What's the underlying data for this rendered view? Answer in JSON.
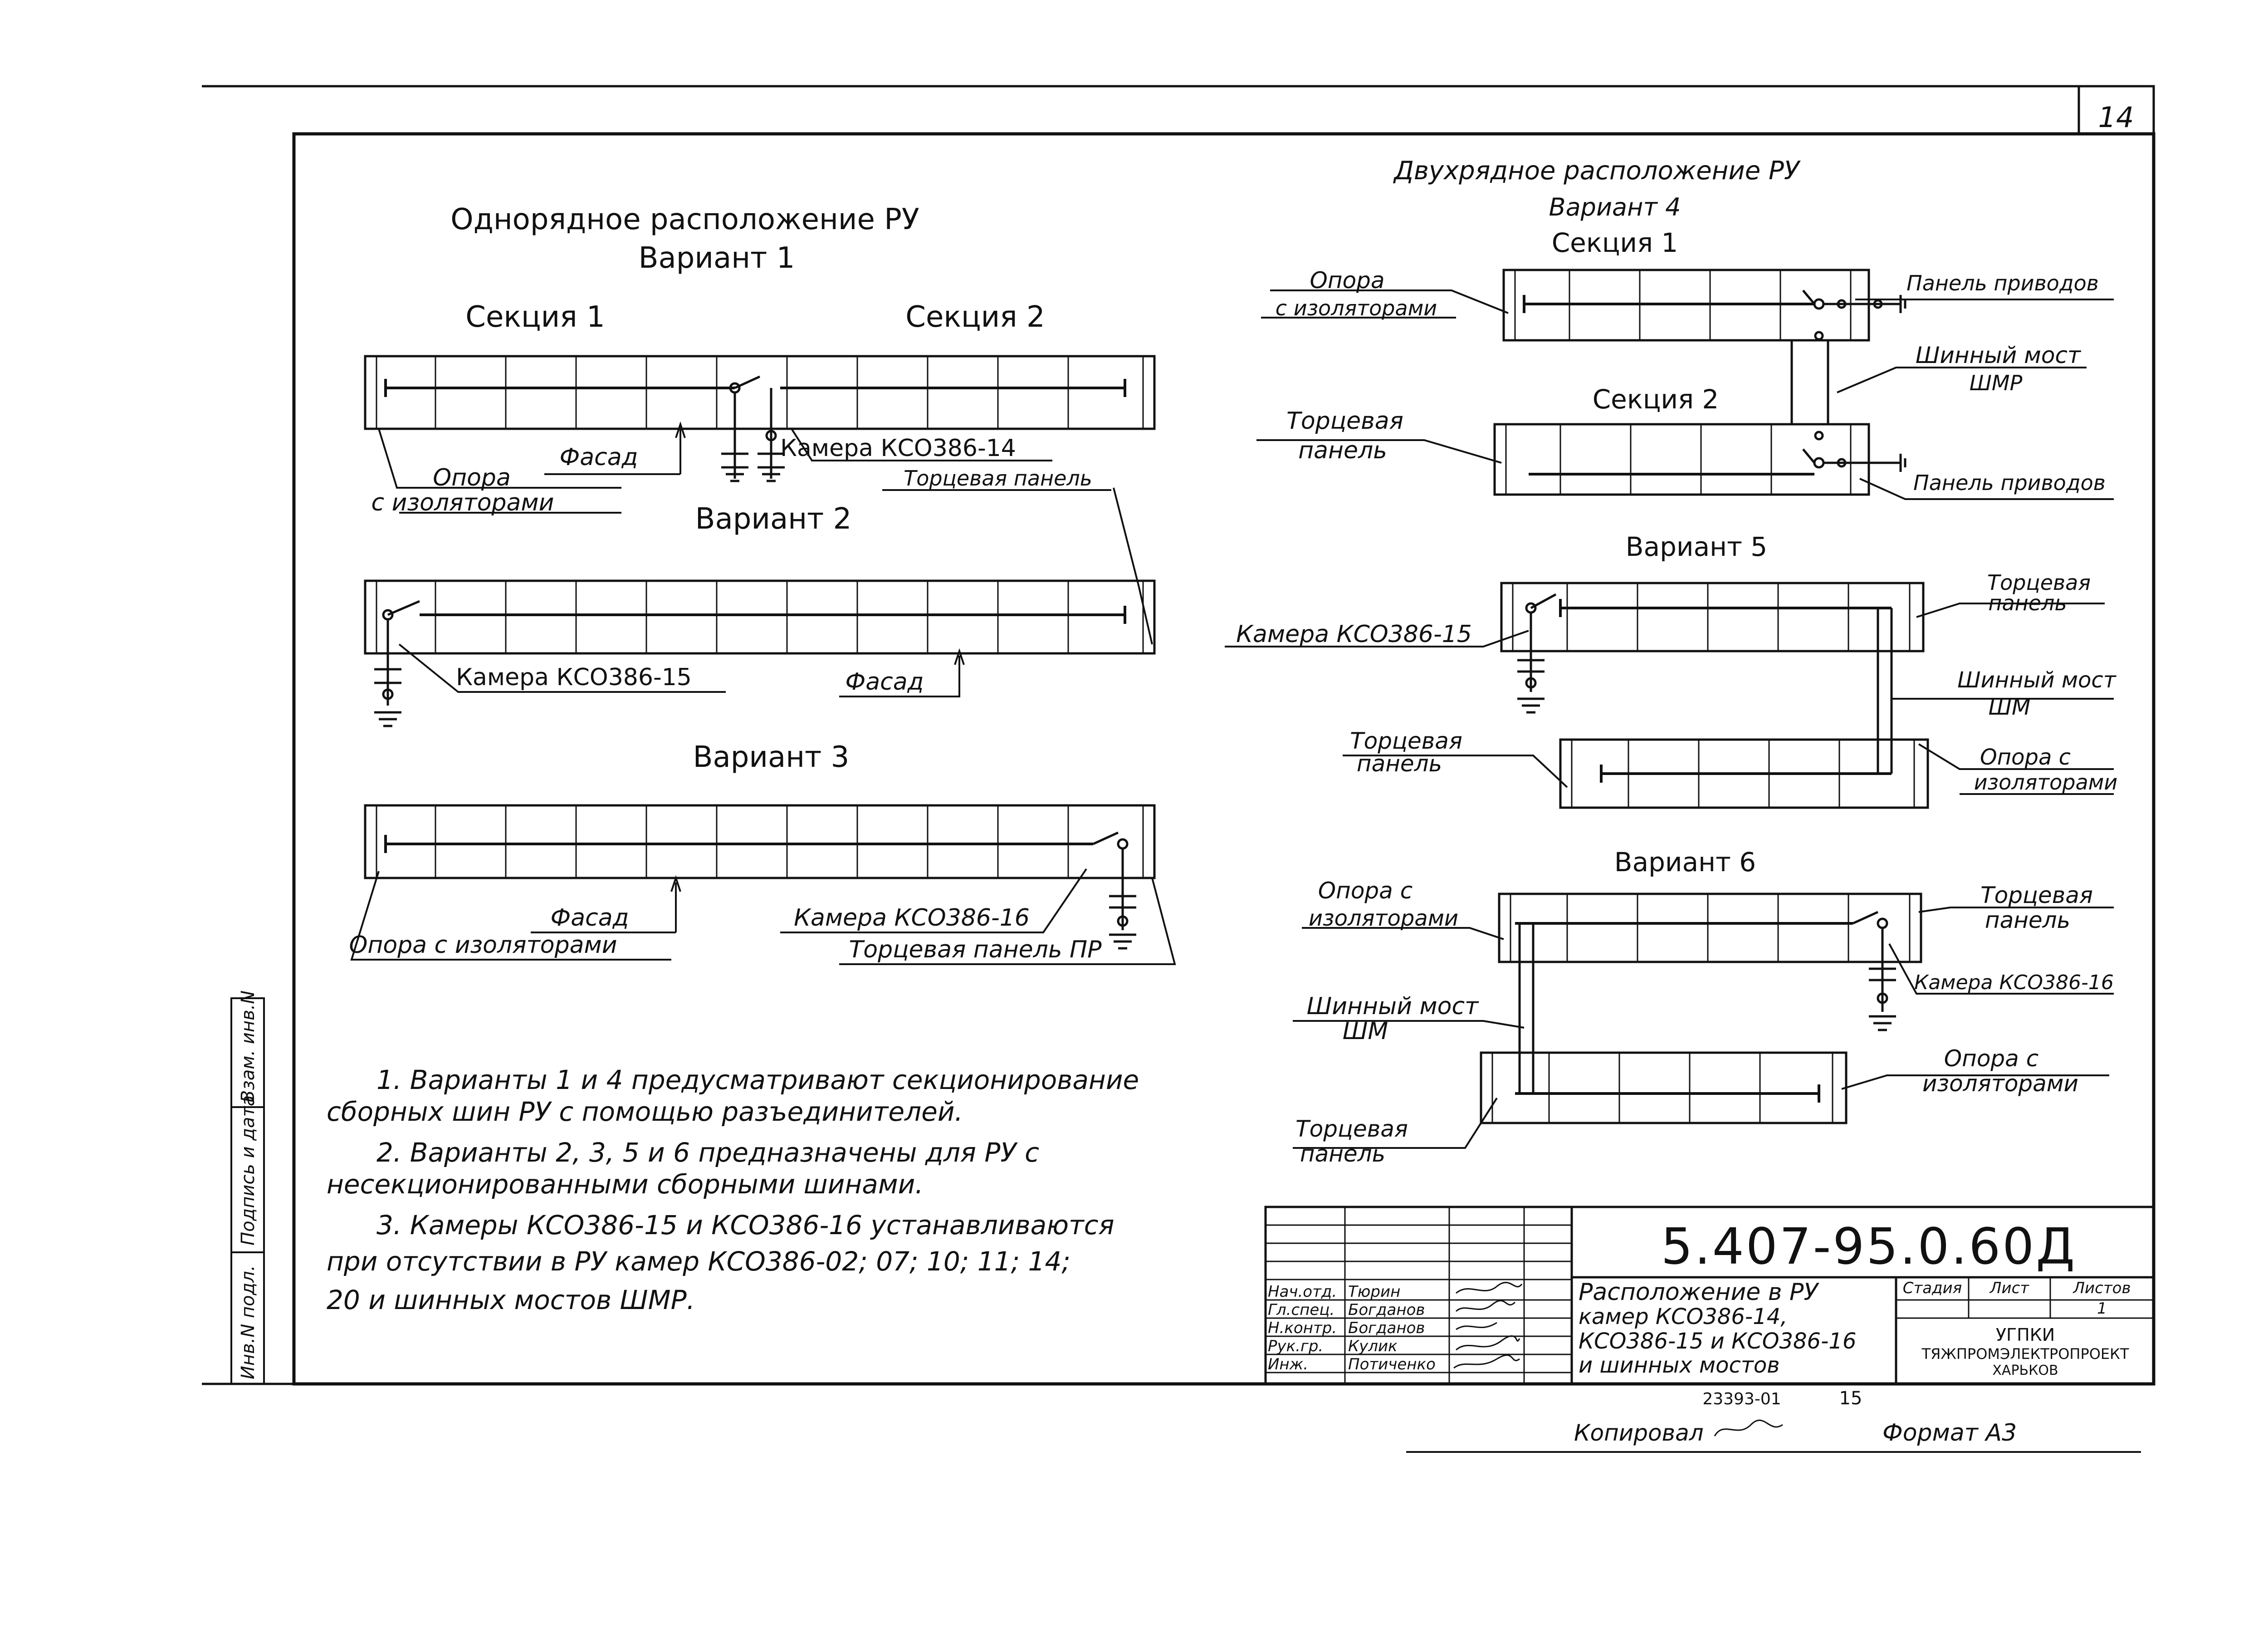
{
  "sheet_number": "14",
  "single_row": {
    "title": "Однорядное расположение РУ",
    "variant1": {
      "title": "Вариант 1",
      "section1": "Секция 1",
      "section2": "Секция 2",
      "facade": "Фасад",
      "support_line1": "Опора",
      "support_line2": "с изоляторами",
      "camera": "Камера КСО386-14",
      "end_panel": "Торцевая панель"
    },
    "variant2": {
      "title": "Вариант 2",
      "camera": "Камера КСО386-15",
      "facade": "Фасад"
    },
    "variant3": {
      "title": "Вариант 3",
      "facade": "Фасад",
      "camera": "Камера КСО386-16",
      "support": "Опора с изоляторами",
      "end_panel": "Торцевая панель ПР"
    }
  },
  "double_row": {
    "title": "Двухрядное расположение РУ",
    "variant4": {
      "title": "Вариант 4",
      "section1": "Секция 1",
      "section2": "Секция 2",
      "support_line1": "Опора",
      "support_line2": "с изоляторами",
      "drive_panel_top": "Панель приводов",
      "bus_bridge_line1": "Шинный мост",
      "bus_bridge_line2": "ШМР",
      "end_panel_line1": "Торцевая",
      "end_panel_line2": "панель",
      "drive_panel_bottom": "Панель приводов"
    },
    "variant5": {
      "title": "Вариант 5",
      "camera": "Камера КСО386-15",
      "end_panel_top_line1": "Торцевая",
      "end_panel_top_line2": "панель",
      "bus_bridge_line1": "Шинный мост",
      "bus_bridge_line2": "ШМ",
      "end_panel_bottom_line1": "Торцевая",
      "end_panel_bottom_line2": "панель",
      "support_line1": "Опора с",
      "support_line2": "изоляторами"
    },
    "variant6": {
      "title": "Вариант 6",
      "support_top_line1": "Опора с",
      "support_top_line2": "изоляторами",
      "end_panel_top_line1": "Торцевая",
      "end_panel_top_line2": "панель",
      "camera": "Камера КСО386-16",
      "bus_bridge_line1": "Шинный мост",
      "bus_bridge_line2": "ШМ",
      "support_bottom_line1": "Опора с",
      "support_bottom_line2": "изоляторами",
      "end_panel_bottom_line1": "Торцевая",
      "end_panel_bottom_line2": "панель"
    }
  },
  "notes": [
    "1. Варианты 1 и 4 предусматривают секционирование",
    "сборных шин РУ с помощью разъединителей.",
    "2. Варианты 2, 3, 5 и 6 предназначены для РУ с",
    "несекционированными сборными шинами.",
    "3. Камеры КСО386-15 и КСО386-16 устанавливаются",
    "при отсутствии в РУ камер КСО386-02; 07; 10; 11; 14;",
    "20 и шинных мостов ШМР."
  ],
  "side_stamp": {
    "cell1": "Инв.N подл.",
    "cell2": "Подпись и дата",
    "cell3": "Взам. инв.N"
  },
  "title_block": {
    "document_code": "5.407-95.0.60Д",
    "title_line1": "Расположение в РУ",
    "title_line2": "камер КСО386-14,",
    "title_line3": "КСО386-15 и КСО386-16",
    "title_line4": "и шинных мостов",
    "stage_label": "Стадия",
    "sheet_label": "Лист",
    "sheets_label": "Листов",
    "sheets_value": "1",
    "org_line1": "УГПКИ",
    "org_line2": "ТЯЖПРОМЭЛЕКТРОПРОЕКТ",
    "org_line3": "ХАРЬКОВ",
    "people": [
      {
        "role": "Нач.отд.",
        "name": "Тюрин"
      },
      {
        "role": "Гл.спец.",
        "name": "Богданов"
      },
      {
        "role": "Н.контр.",
        "name": "Богданов"
      },
      {
        "role": "Рук.гр.",
        "name": "Кулик"
      },
      {
        "role": "Инж.",
        "name": "Потиченко"
      }
    ]
  },
  "bottom": {
    "archive_number": "23393-01",
    "archive_sheet": "15",
    "copied_by": "Копировал",
    "format": "Формат А3"
  }
}
